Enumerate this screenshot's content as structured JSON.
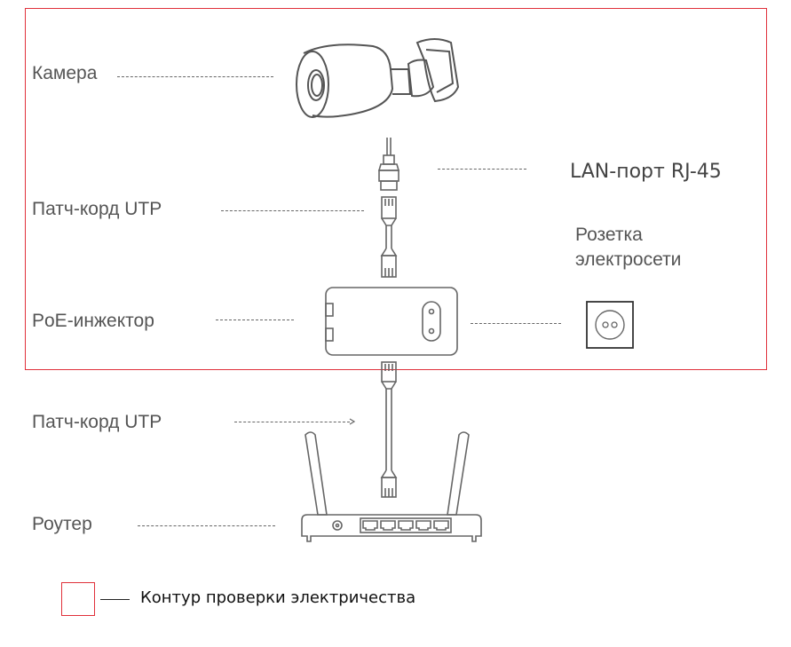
{
  "diagram": {
    "labels": {
      "camera": "Камера",
      "patch_cord_top": "Патч-корд UTP",
      "poe_injector": "PoE-инжектор",
      "patch_cord_bottom": "Патч-корд UTP",
      "router": "Роутер",
      "lan_port": "LAN-порт RJ-45",
      "outlet_line1": "Розетка",
      "outlet_line2": "электросети"
    },
    "legend": {
      "text": "Контур проверки электричества",
      "color": "#e0303a"
    },
    "colors": {
      "outline": "#e0303a",
      "line_art": "#666666",
      "text": "#555555"
    },
    "router_ports": 5
  }
}
